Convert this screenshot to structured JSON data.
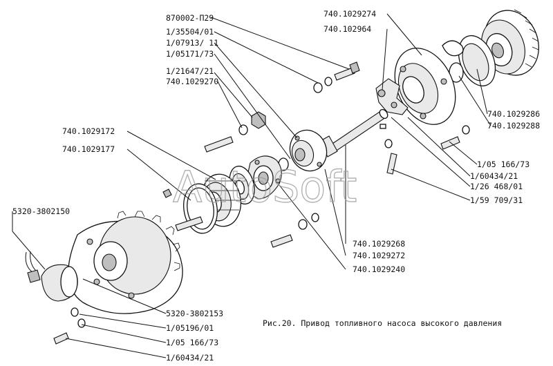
{
  "watermark": "AutoSoft",
  "caption": "Рис.20. Привод топливного насоса высокого давления",
  "labels": [
    "870002-П29",
    "1/35504/01",
    "1/07913/ 11",
    "1/05171/73",
    "1/21647/21",
    "740.1029270",
    "740.1029172",
    "740.1029177",
    "5320-3802150",
    "740.1029274",
    "740.102964",
    "740.1029286",
    "740.1029288",
    "1/05 166/73",
    "1/60434/21",
    "1/26 468/01",
    "1/59 709/31",
    "740.1029268",
    "740.1029272",
    "740.1029240",
    "5320-3802153",
    "1/05196/01",
    "1/05 166/73",
    "1/60434/21"
  ]
}
